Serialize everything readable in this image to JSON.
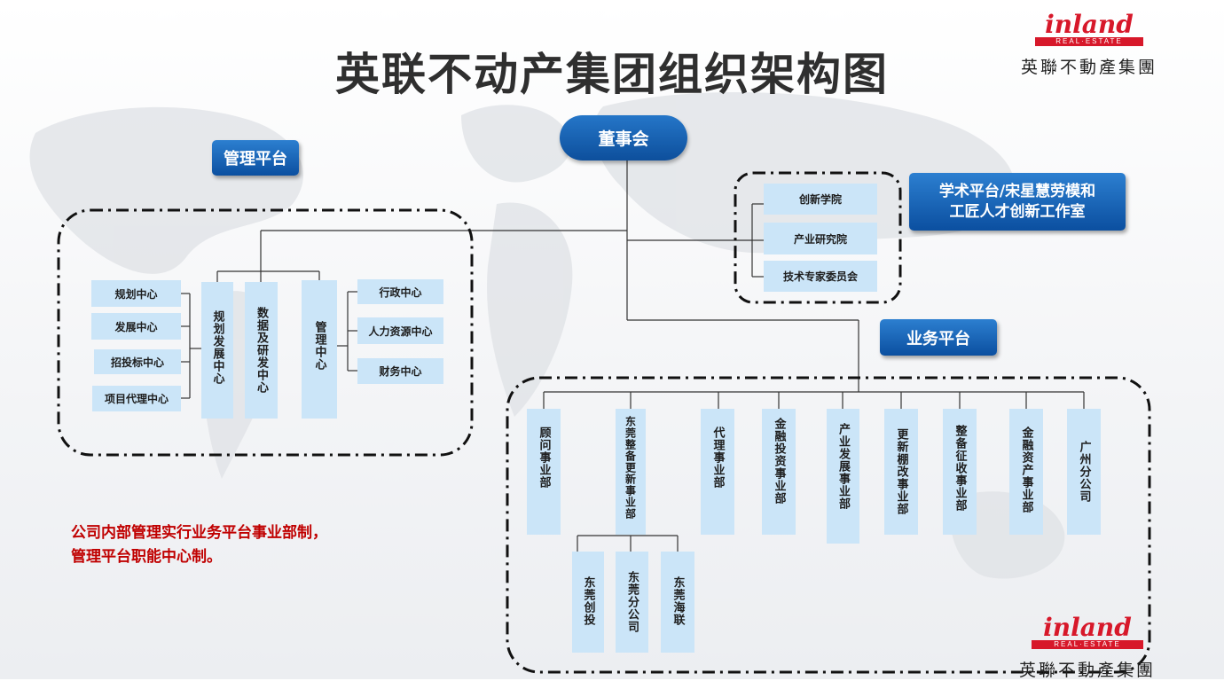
{
  "title": "英联不动产集团组织架构图",
  "logo": {
    "word": "inland",
    "tagline": "REAL·ESTATE",
    "cn": "英聯不動產集團"
  },
  "board": "董事会",
  "management": {
    "label": "管理平台",
    "left_centers": [
      "规划中心",
      "发展中心",
      "招投标中心",
      "项目代理中心"
    ],
    "columns": [
      "规划发展中心",
      "数据及研发中心",
      "管理中心"
    ],
    "right_centers": [
      "行政中心",
      "人力资源中心",
      "财务中心"
    ]
  },
  "academic": {
    "label_line1": "学术平台/宋星慧劳模和",
    "label_line2": "工匠人才创新工作室",
    "items": [
      "创新学院",
      "产业研究院",
      "技术专家委员会"
    ]
  },
  "business": {
    "label": "业务平台",
    "units": [
      "顾问事业部",
      "东莞整备更新事业部",
      "代理事业部",
      "金融投资事业部",
      "产业发展事业部",
      "更新棚改事业部",
      "整备征收事业部",
      "金融资产事业部",
      "广州分公司"
    ],
    "subunits": [
      "东莞创投",
      "东莞分公司",
      "东莞海联"
    ]
  },
  "note": {
    "line1": "公司内部管理实行业务平台事业部制，",
    "line2": "管理平台职能中心制。"
  },
  "colors": {
    "primary": "#0b4fa0",
    "box": "#cbe5f8",
    "note": "#c00000",
    "brand": "#d7182a"
  }
}
